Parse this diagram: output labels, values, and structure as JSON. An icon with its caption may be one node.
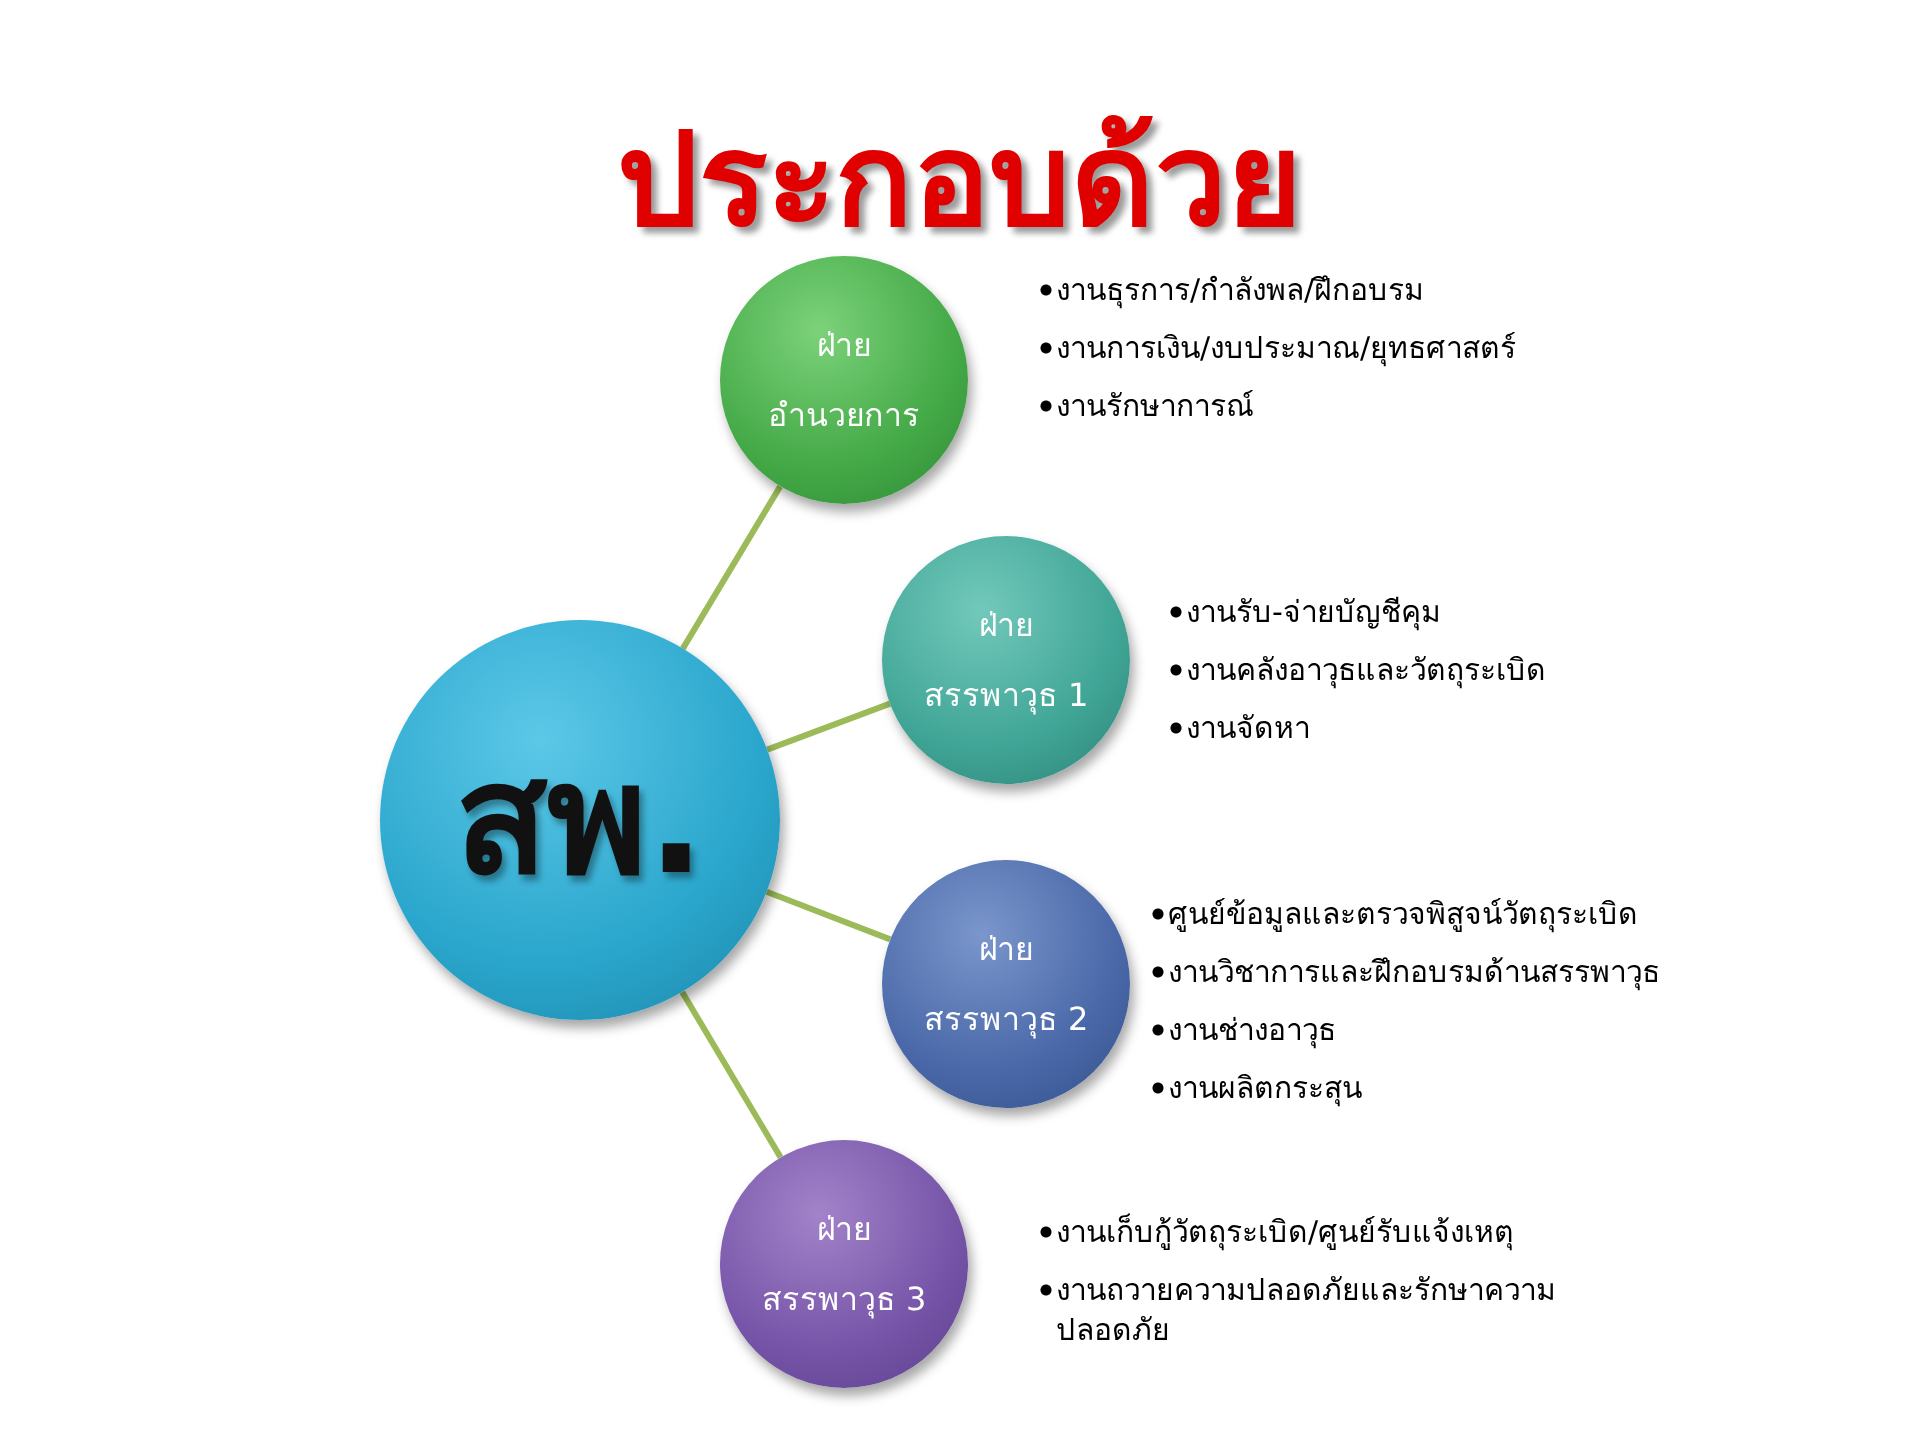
{
  "diagram": {
    "title": "ประกอบด้วย",
    "nodes": [
      {
        "text": [
          "สพ."
        ]
      },
      {
        "text": [
          "ฝ่าย อำนวยการ"
        ],
        "beside": [
          "งานธุรการ/กำลังพล/ฝึกอบรม",
          "งานการเงิน/งบประมาณ/ยุทธศาสตร์",
          "งานรักษาการณ์"
        ]
      },
      {
        "text": [
          "ฝ่าย สรรพาวุธ 1"
        ],
        "beside": [
          "งานรับ-จ่ายบัญชีคุม",
          "งานคลังอาวุธและวัตถุระเบิด",
          "งานจัดหา"
        ]
      },
      {
        "text": [
          "ฝ่าย สรรพาวุธ 2"
        ],
        "beside": [
          "ศูนย์ข้อมูลและตรวจพิสูจน์วัตถุระเบิด",
          "งานวิชาการและฝึกอบรมด้านสรรพาวุธ",
          "งานช่างอาวุธ",
          "งานผลิตกระสุน"
        ]
      },
      {
        "text": [
          "ฝ่าย สรรพาวุธ 3"
        ],
        "beside": [
          "งานเก็บกู้วัตถุระเบิด/ศูนย์รับแจ้งเหตุ",
          "งานถวายความปลอดภัยและรักษาความปลอดภัย"
        ]
      }
    ],
    "edges": [
      {
        "from": 0,
        "to": 1,
        "arrow": "none"
      },
      {
        "from": 0,
        "to": 2,
        "arrow": "none"
      },
      {
        "from": 0,
        "to": 3,
        "arrow": "none"
      },
      {
        "from": 0,
        "to": 4,
        "arrow": "none"
      }
    ]
  }
}
